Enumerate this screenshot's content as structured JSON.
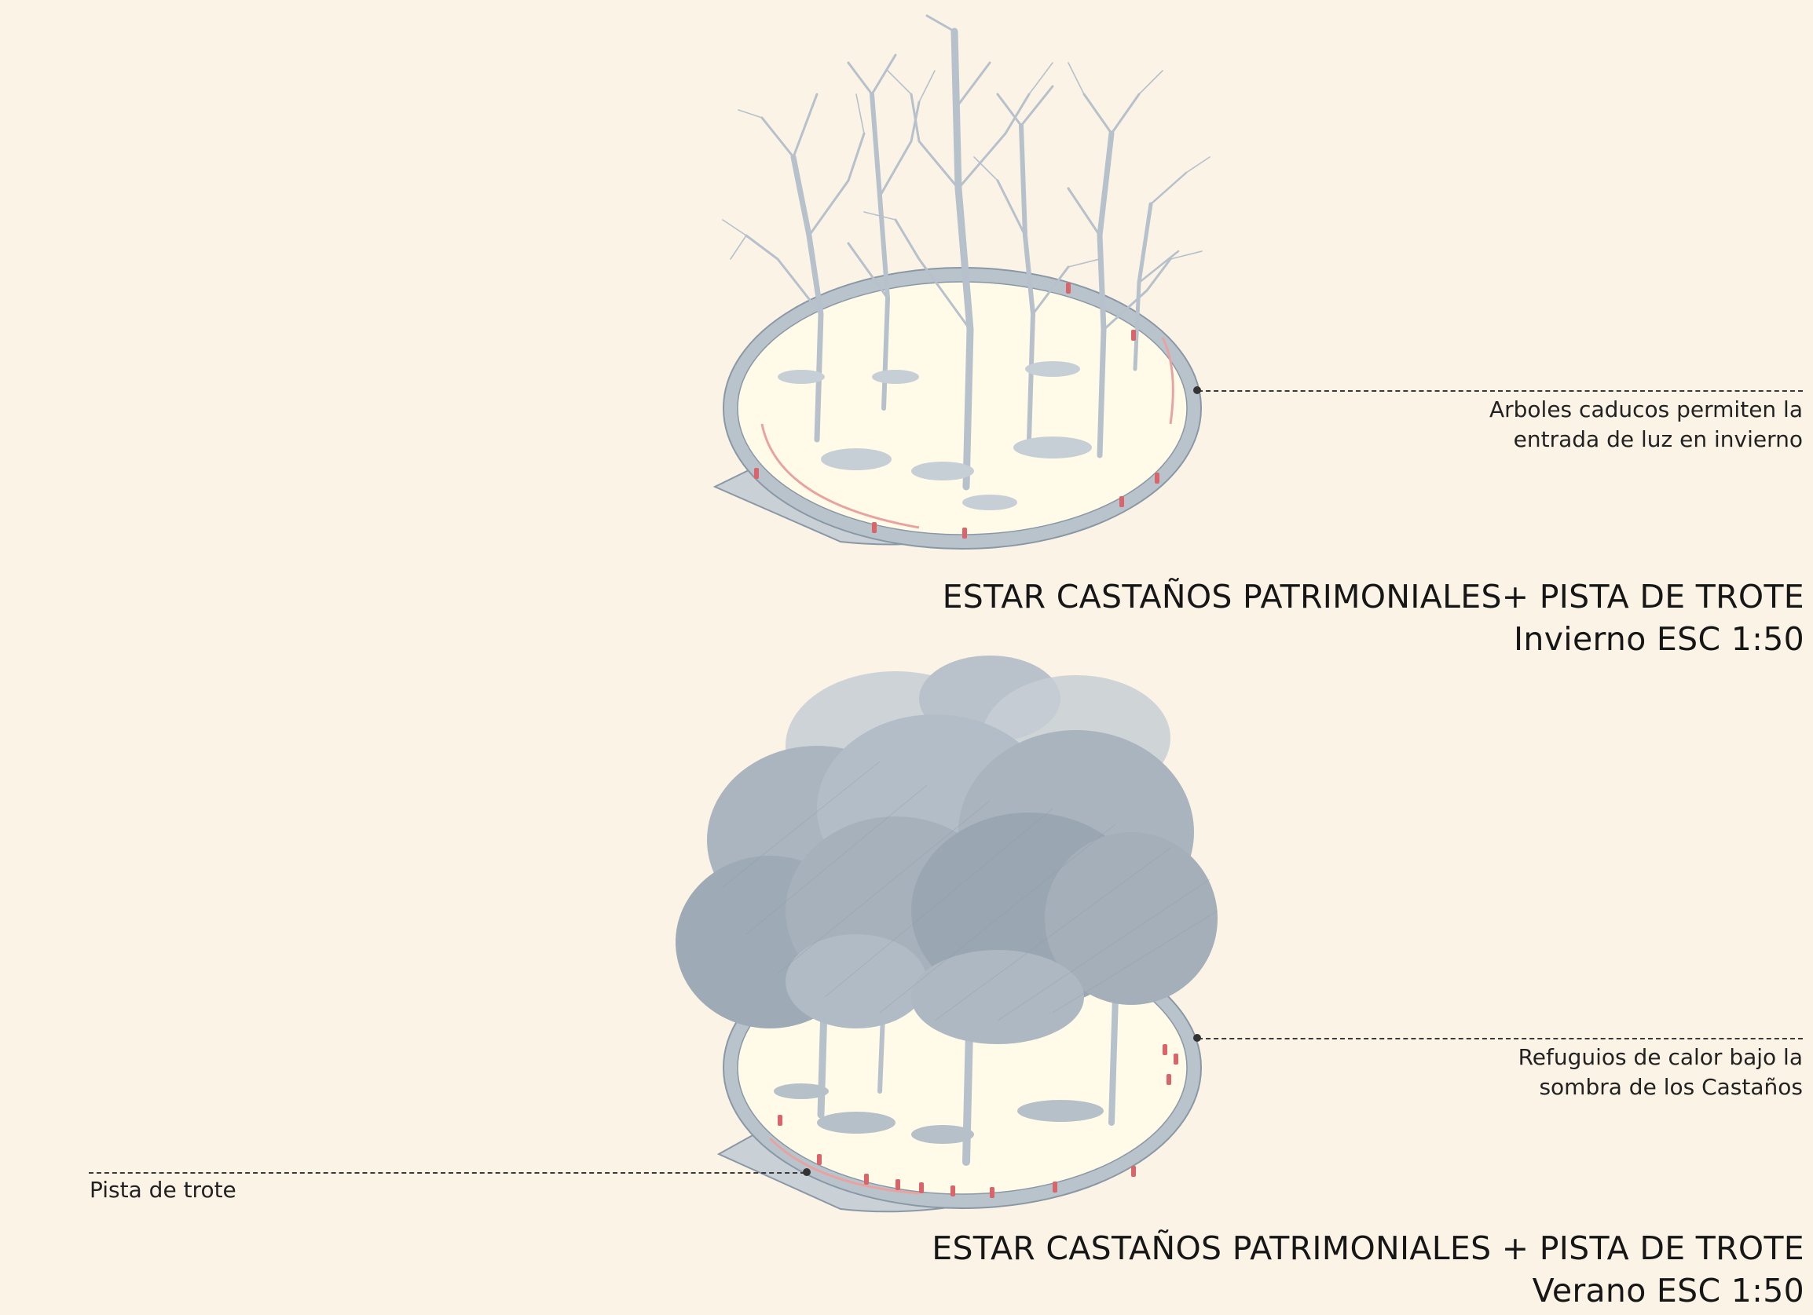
{
  "panels": [
    {
      "season": "winter",
      "title_line1": "ESTAR CASTAÑOS PATRIMONIALES+ PISTA DE TROTE",
      "title_line2": "Invierno ESC 1:50",
      "annotation_line1": "Arboles caducos permiten la",
      "annotation_line2": "entrada de luz en invierno"
    },
    {
      "season": "summer",
      "title_line1": "ESTAR CASTAÑOS PATRIMONIALES + PISTA DE TROTE",
      "title_line2": "Verano ESC 1:50",
      "annotation_line1": "Refuguios de calor bajo la",
      "annotation_line2": "sombra de los Castaños",
      "track_label": "Pista de trote"
    }
  ],
  "colors": {
    "background": "#fbf3e5",
    "track": "#b9c3cc",
    "track_edge": "#8a98a6",
    "foliage": "#a7b2bd",
    "branches": "#b6c1cb",
    "people": "#d9646a",
    "ground": "#fffbe8"
  }
}
